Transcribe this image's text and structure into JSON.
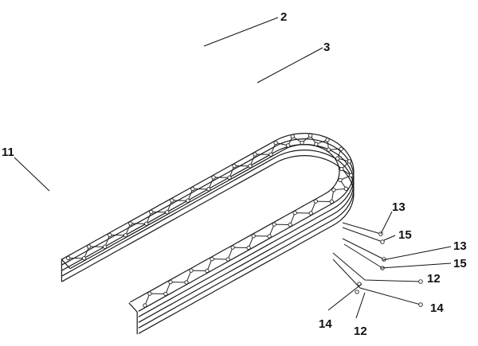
{
  "figure": {
    "callouts": {
      "c2": "2",
      "c3": "3",
      "c11": "11",
      "c13a": "13",
      "c15a": "15",
      "c13b": "13",
      "c15b": "15",
      "c12a": "12",
      "c14a": "14",
      "c14b": "14",
      "c12b": "12"
    },
    "colors": {
      "line": "#1a1a1a",
      "background": "#ffffff"
    }
  }
}
